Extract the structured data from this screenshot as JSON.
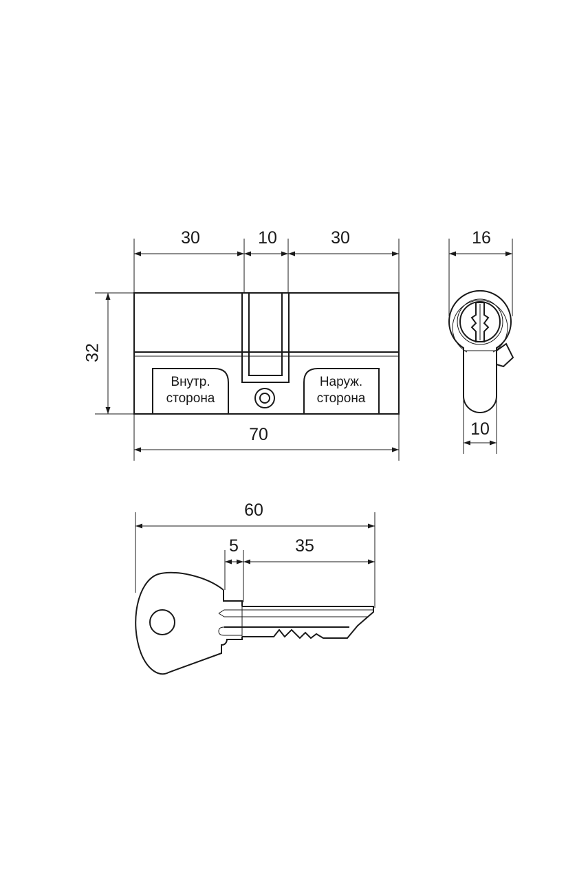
{
  "dimensions": {
    "cyl_left_length": "30",
    "cam_width": "10",
    "cyl_right_length": "30",
    "cyl_height": "32",
    "cyl_total_length": "70",
    "profile_width": "16",
    "profile_bottom_width": "10",
    "key_total_length": "60",
    "key_shoulder": "5",
    "key_blade": "35"
  },
  "labels": {
    "inner_line1": "Внутр.",
    "inner_line2": "сторона",
    "outer_line1": "Наруж.",
    "outer_line2": "сторона"
  },
  "colors": {
    "line": "#1a1a1a",
    "background": "#ffffff"
  }
}
